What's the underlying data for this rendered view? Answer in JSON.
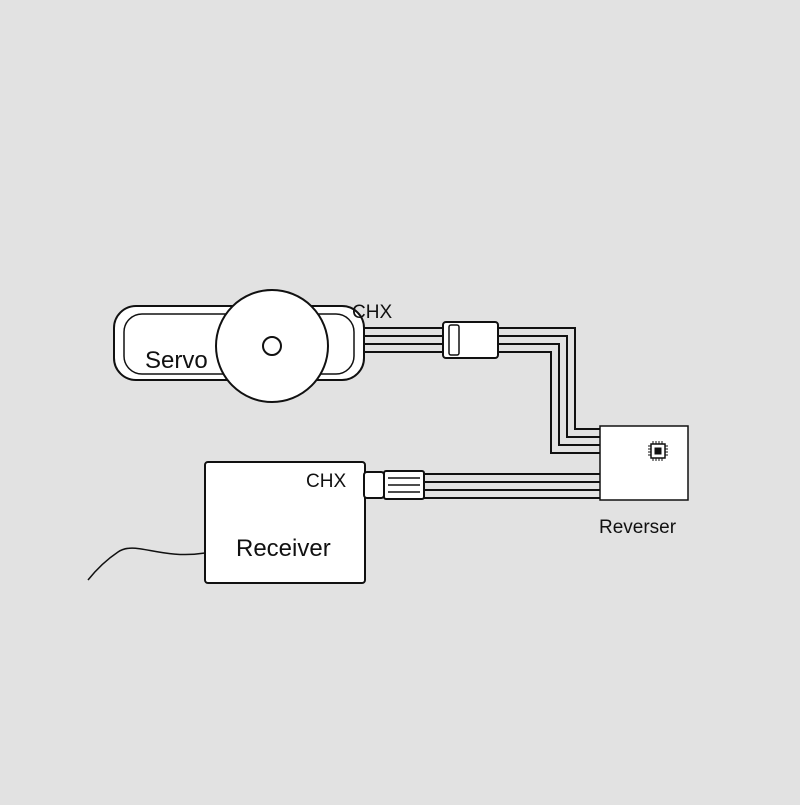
{
  "diagram": {
    "background": "#e2e2e2",
    "stroke_color": "#111111",
    "fill_color": "#ffffff",
    "servo": {
      "label": "Servo",
      "channel_label": "CHX"
    },
    "receiver": {
      "label": "Receiver",
      "channel_label": "CHX"
    },
    "reverser": {
      "label": "Reverser",
      "icon": "chip-icon"
    }
  }
}
